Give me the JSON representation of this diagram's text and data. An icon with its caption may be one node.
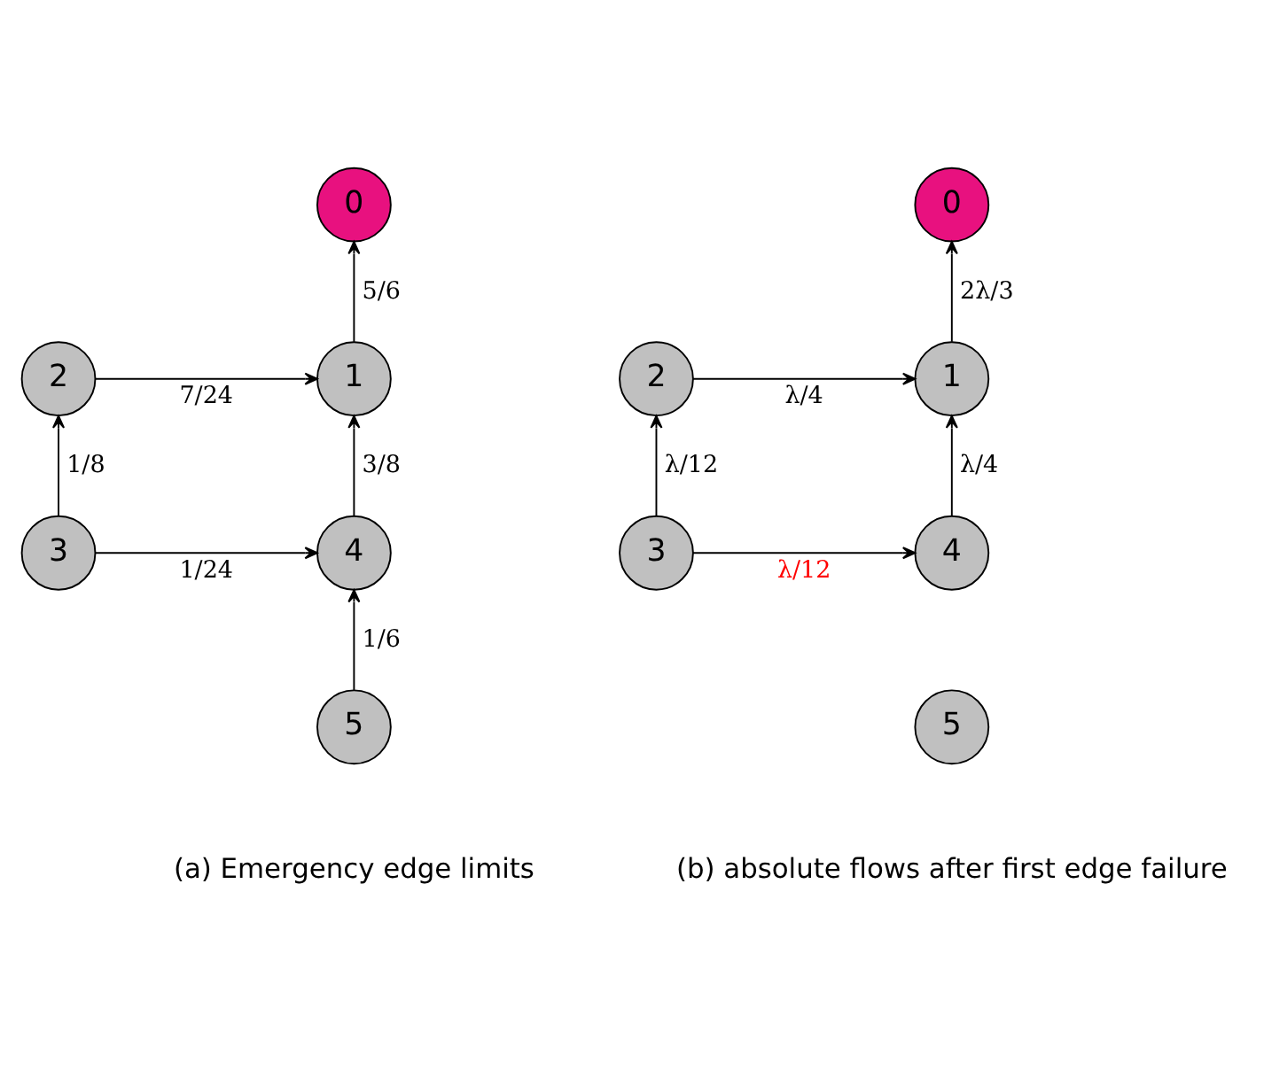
{
  "diagram": {
    "nodes": [
      {
        "text": [
          "0"
        ]
      },
      {
        "text": [
          "1"
        ]
      },
      {
        "text": [
          "2"
        ]
      },
      {
        "text": [
          "4"
        ]
      },
      {
        "text": [
          "3"
        ]
      },
      {
        "text": [
          "5"
        ]
      },
      {
        "text": [
          "0"
        ]
      },
      {
        "text": [
          "1"
        ]
      },
      {
        "text": [
          "2"
        ]
      },
      {
        "text": [
          "4"
        ]
      },
      {
        "text": [
          "3"
        ]
      },
      {
        "text": [
          "5"
        ]
      }
    ],
    "edges": [
      {
        "from": 1,
        "to": 0,
        "arrow": "to",
        "label": "5/6"
      },
      {
        "from": 2,
        "to": 1,
        "arrow": "to",
        "label": "7/24"
      },
      {
        "from": 3,
        "to": 1,
        "arrow": "to",
        "label": "3/8"
      },
      {
        "from": 4,
        "to": 2,
        "arrow": "to",
        "label": "1/8"
      },
      {
        "from": 4,
        "to": 3,
        "arrow": "to",
        "label": "1/24"
      },
      {
        "from": 5,
        "to": 3,
        "arrow": "to",
        "label": "1/6"
      },
      {
        "from": 7,
        "to": 6,
        "arrow": "to",
        "label": "2λ/3"
      },
      {
        "from": 8,
        "to": 7,
        "arrow": "to",
        "label": "λ/4"
      },
      {
        "from": 9,
        "to": 7,
        "arrow": "to",
        "label": "λ/4"
      },
      {
        "from": 10,
        "to": 8,
        "arrow": "to",
        "label": "λ/12"
      },
      {
        "from": 10,
        "to": 9,
        "arrow": "to",
        "label": "λ/12"
      }
    ],
    "labels": [
      "(a) Emergency edge limits",
      "(b) absolute flows after first edge failure"
    ]
  }
}
